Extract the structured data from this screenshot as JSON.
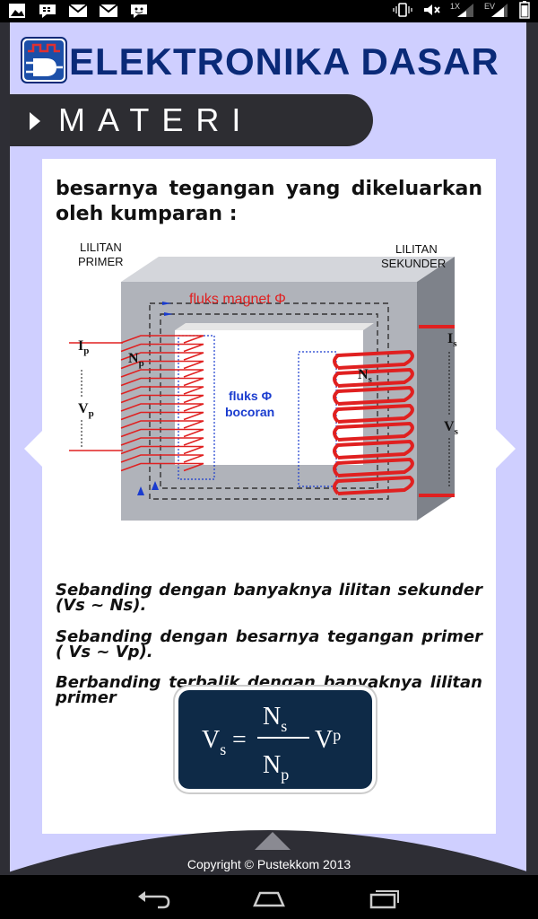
{
  "status_bar": {
    "left_icons": [
      "image-icon",
      "blackberry-messenger-icon",
      "gmail-icon",
      "gmail-icon",
      "chat-icon"
    ],
    "right_icons": [
      "vibrate-icon",
      "mute-icon",
      "signal-1x-icon",
      "signal-ev-icon",
      "battery-icon"
    ],
    "label_1x": "1X",
    "label_ev": "EV"
  },
  "header": {
    "title": "ELEKTRONIKA DASAR"
  },
  "section": {
    "label": "MATERI"
  },
  "content": {
    "intro": "besarnya tegangan yang dikeluarkan oleh kumparan :",
    "diagram": {
      "label_primary": [
        "LILITAN",
        "PRIMER"
      ],
      "label_secondary": [
        "LILITAN",
        "SEKUNDER"
      ],
      "flux_magnet": "fluks magnet Φ",
      "flux_leak": [
        "fluks Φ",
        "bocoran"
      ],
      "ip": "I",
      "ip_sub": "p",
      "np": "N",
      "np_sub": "p",
      "vp": "V",
      "vp_sub": "p",
      "is": "I",
      "is_sub": "s",
      "ns": "N",
      "ns_sub": "s",
      "vs": "V",
      "vs_sub": "s"
    },
    "paragraphs": [
      "Sebanding dengan banyaknya lilitan sekunder (Vs ~ Ns).",
      "Sebanding dengan besarnya tegangan primer ( Vs ~ Vp).",
      "Berbanding terbalik dengan banyaknya lilitan primer"
    ],
    "formula": {
      "lhs": "V",
      "lhs_sub": "s",
      "eq": "=",
      "num": "N",
      "num_sub": "s",
      "den": "N",
      "den_sub": "p",
      "rhs": "V",
      "rhs_sub": "p"
    }
  },
  "footer": {
    "copyright": "Copyright © Pustekkom 2013"
  },
  "colors": {
    "frame": "#cfcfff",
    "title": "#0a2a78",
    "dark": "#2d2d32",
    "formula_bg": "#0e2a47",
    "coil": "#e02020"
  }
}
